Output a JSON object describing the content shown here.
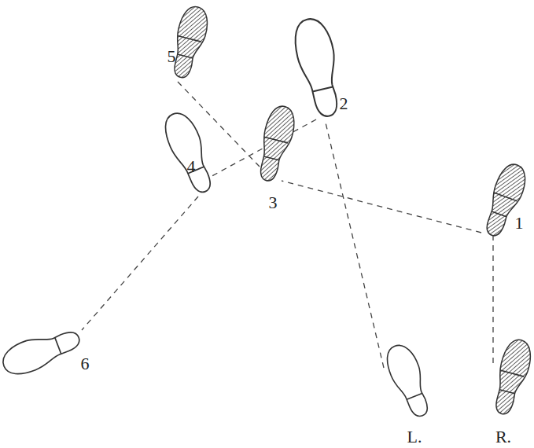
{
  "diagram": {
    "labels": [
      "5",
      "2",
      "4",
      "3",
      "1",
      "6",
      "L.",
      "R."
    ]
  }
}
